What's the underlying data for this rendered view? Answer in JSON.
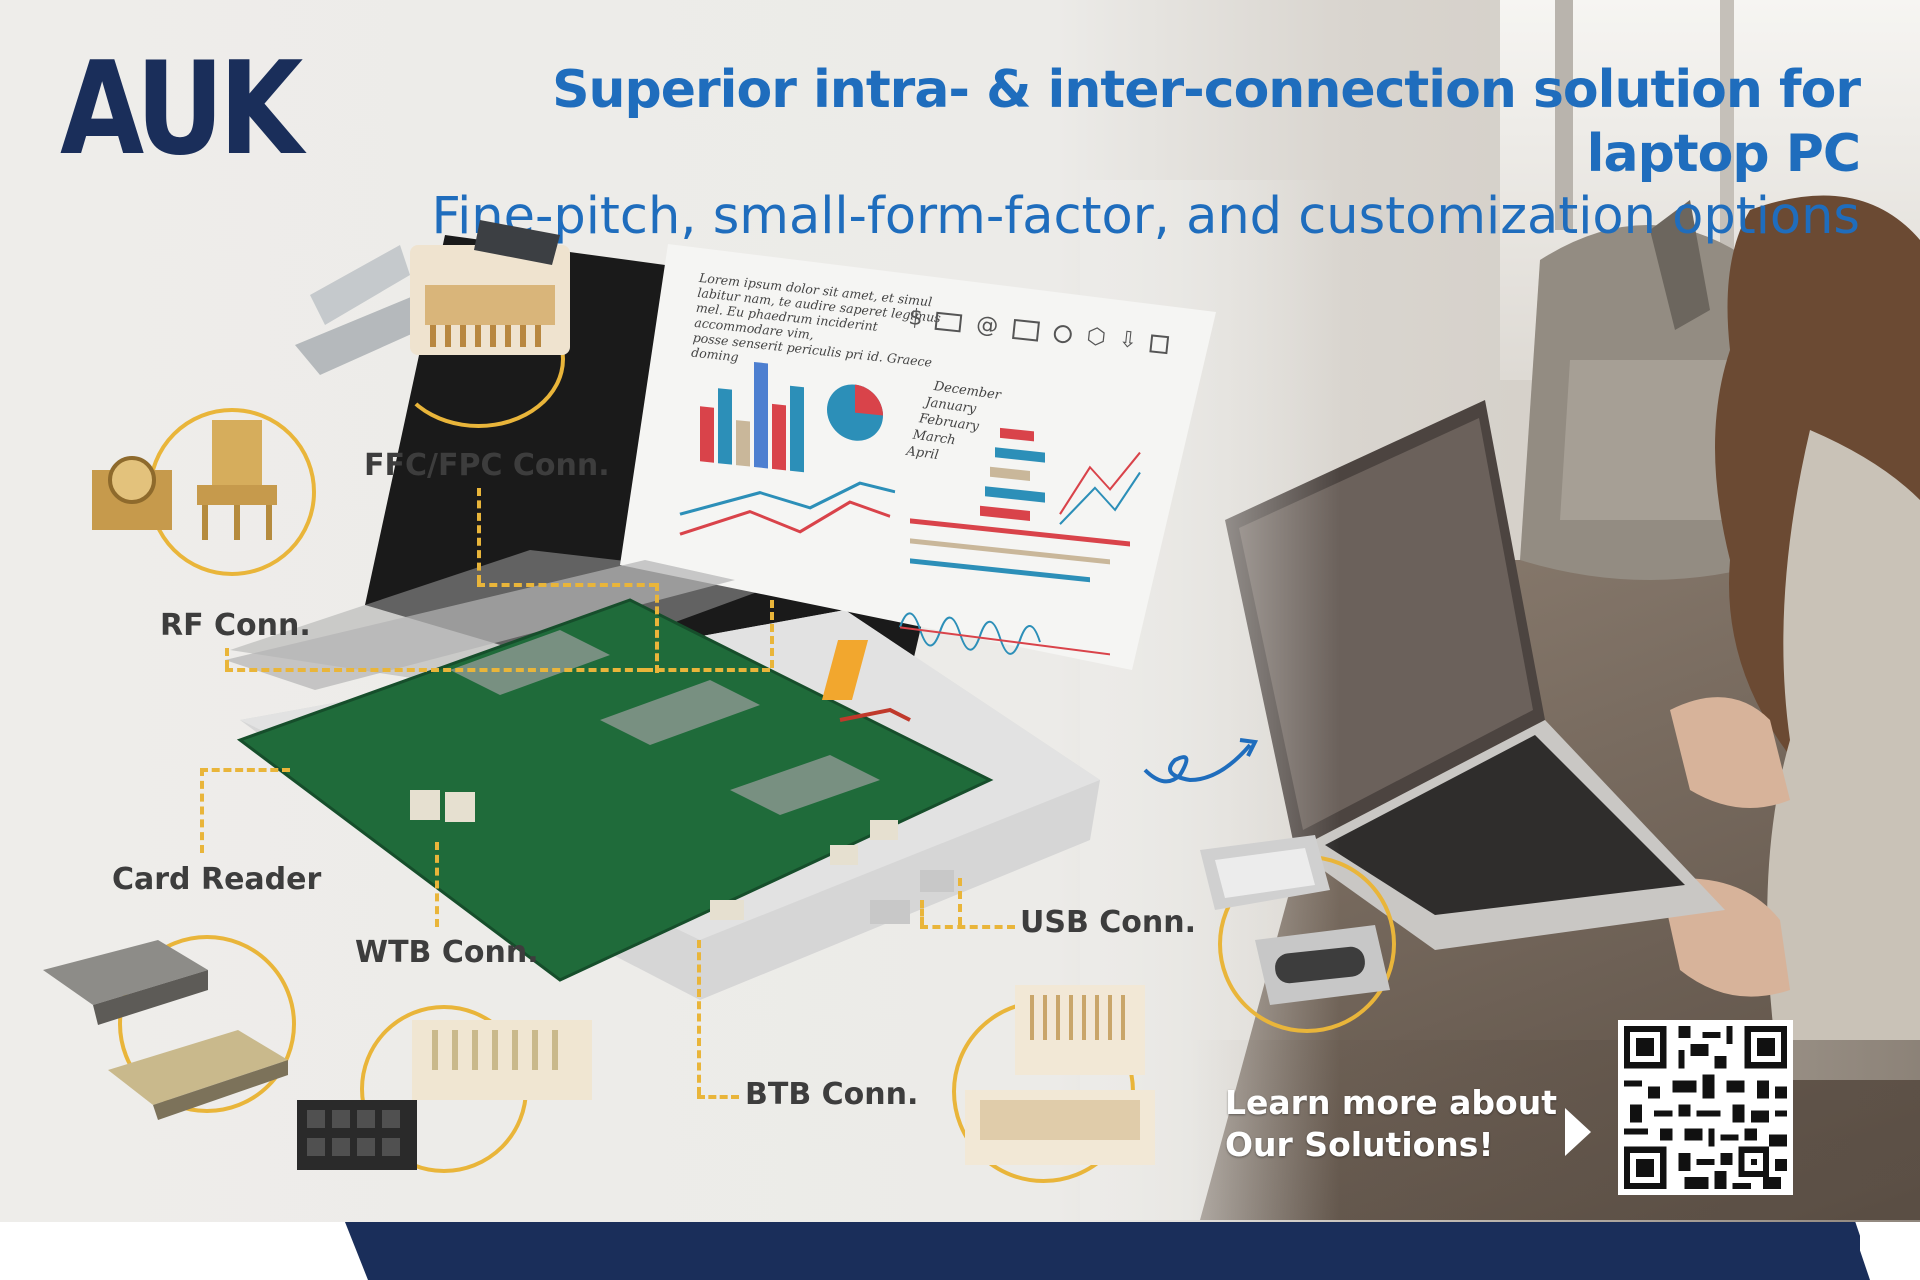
{
  "brand": {
    "logo_text": "AUK"
  },
  "headline": {
    "line1": "Superior intra- & inter-connection solution for laptop PC",
    "line2": "Fine-pitch, small-form-factor, and customization options"
  },
  "callouts": {
    "ffc": "FFC/FPC Conn.",
    "rf": "RF Conn.",
    "card": "Card Reader",
    "wtb": "WTB Conn.",
    "usb": "USB Conn.",
    "btb": "BTB Conn."
  },
  "screen": {
    "lorem": [
      "Lorem ipsum dolor sit amet, et simul",
      "labitur nam, te audire saperet legimus",
      "mel. Eu phaedrum inciderint accommodare vim,",
      "posse senserit periculis pri id. Graece doming"
    ],
    "months": [
      "December",
      "January",
      "February",
      "March",
      "April"
    ],
    "icon_dollar": "$",
    "icon_at": "@"
  },
  "cta": {
    "line1": "Learn more about",
    "line2": "Our Solutions!"
  },
  "colors": {
    "brand_navy": "#1a2e5a",
    "headline_blue": "#1f6dbd",
    "accent_yellow": "#e9b53a",
    "pcb_green": "#1f6b3a"
  },
  "icons": [
    "qr-code-icon",
    "play-arrow-icon",
    "dollar-icon",
    "mail-icon",
    "search-icon",
    "share-icon",
    "lock-icon"
  ]
}
